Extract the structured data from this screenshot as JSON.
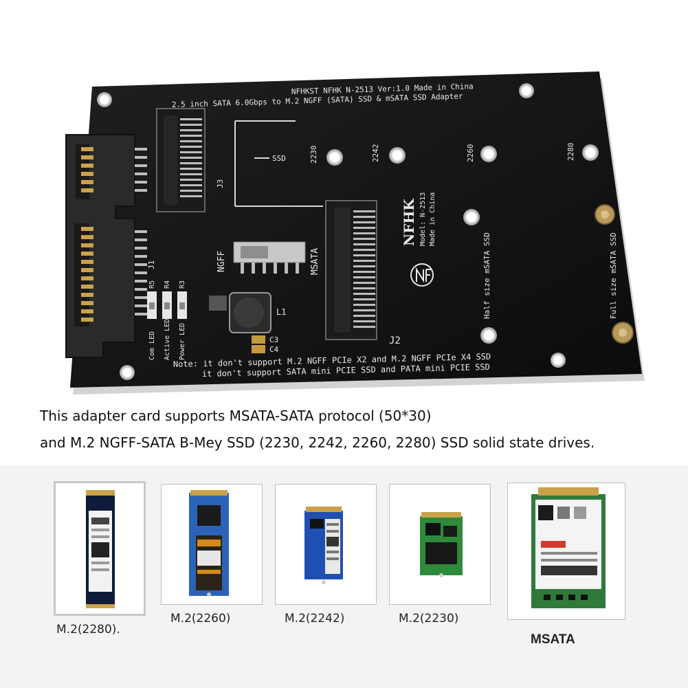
{
  "board": {
    "header_line_1": "NFHKST NFHK N-2513 Ver:1.0 Made in China",
    "header_line_2": "2.5 inch SATA 6.0Gbps to M.2 NGFF (SATA) SSD & mSATA SSD Adapter",
    "ssd_marker": "SSD",
    "lengths": [
      "2230",
      "2242",
      "2260",
      "2280"
    ],
    "j3_label": "J3",
    "j1_label": "J1",
    "j2_label": "J2",
    "l1_label": "L1",
    "c3_label": "C3",
    "c4_label": "C4",
    "ngff_label": "NGFF",
    "msata_label": "MSATA",
    "brand_logo": "NFHK",
    "model_text": "Model: N-2513",
    "made_in_text": "Made in China",
    "half_size_label": "Half size mSATA SSD",
    "full_size_label": "Full size mSATA SSD",
    "led_labels": [
      "Com LED",
      "Active LED",
      "Power LED"
    ],
    "resistor_labels": [
      "R5",
      "R4",
      "R3"
    ],
    "note_line_1": "Note: it don't support M.2 NGFF PCIe X2 and M.2 NGFF PCIe X4 SSD",
    "note_line_2": "it don't support SATA mini PCIE SSD and PATA mini PCIE SSD",
    "colors": {
      "pcb": "#141414",
      "gold": "#c9a24a",
      "silk": "#e9e9e9"
    }
  },
  "caption": {
    "line_1": "This adapter card supports MSATA-SATA protocol (50*30)",
    "line_2": "and M.2 NGFF-SATA B-Mey SSD (2230, 2242, 2260, 2280) SSD solid state drives."
  },
  "drives": [
    {
      "label": "M.2(2280)."
    },
    {
      "label": "M.2(2260)"
    },
    {
      "label": "M.2(2242)"
    },
    {
      "label": "M.2(2230)"
    },
    {
      "label": "MSATA"
    }
  ]
}
